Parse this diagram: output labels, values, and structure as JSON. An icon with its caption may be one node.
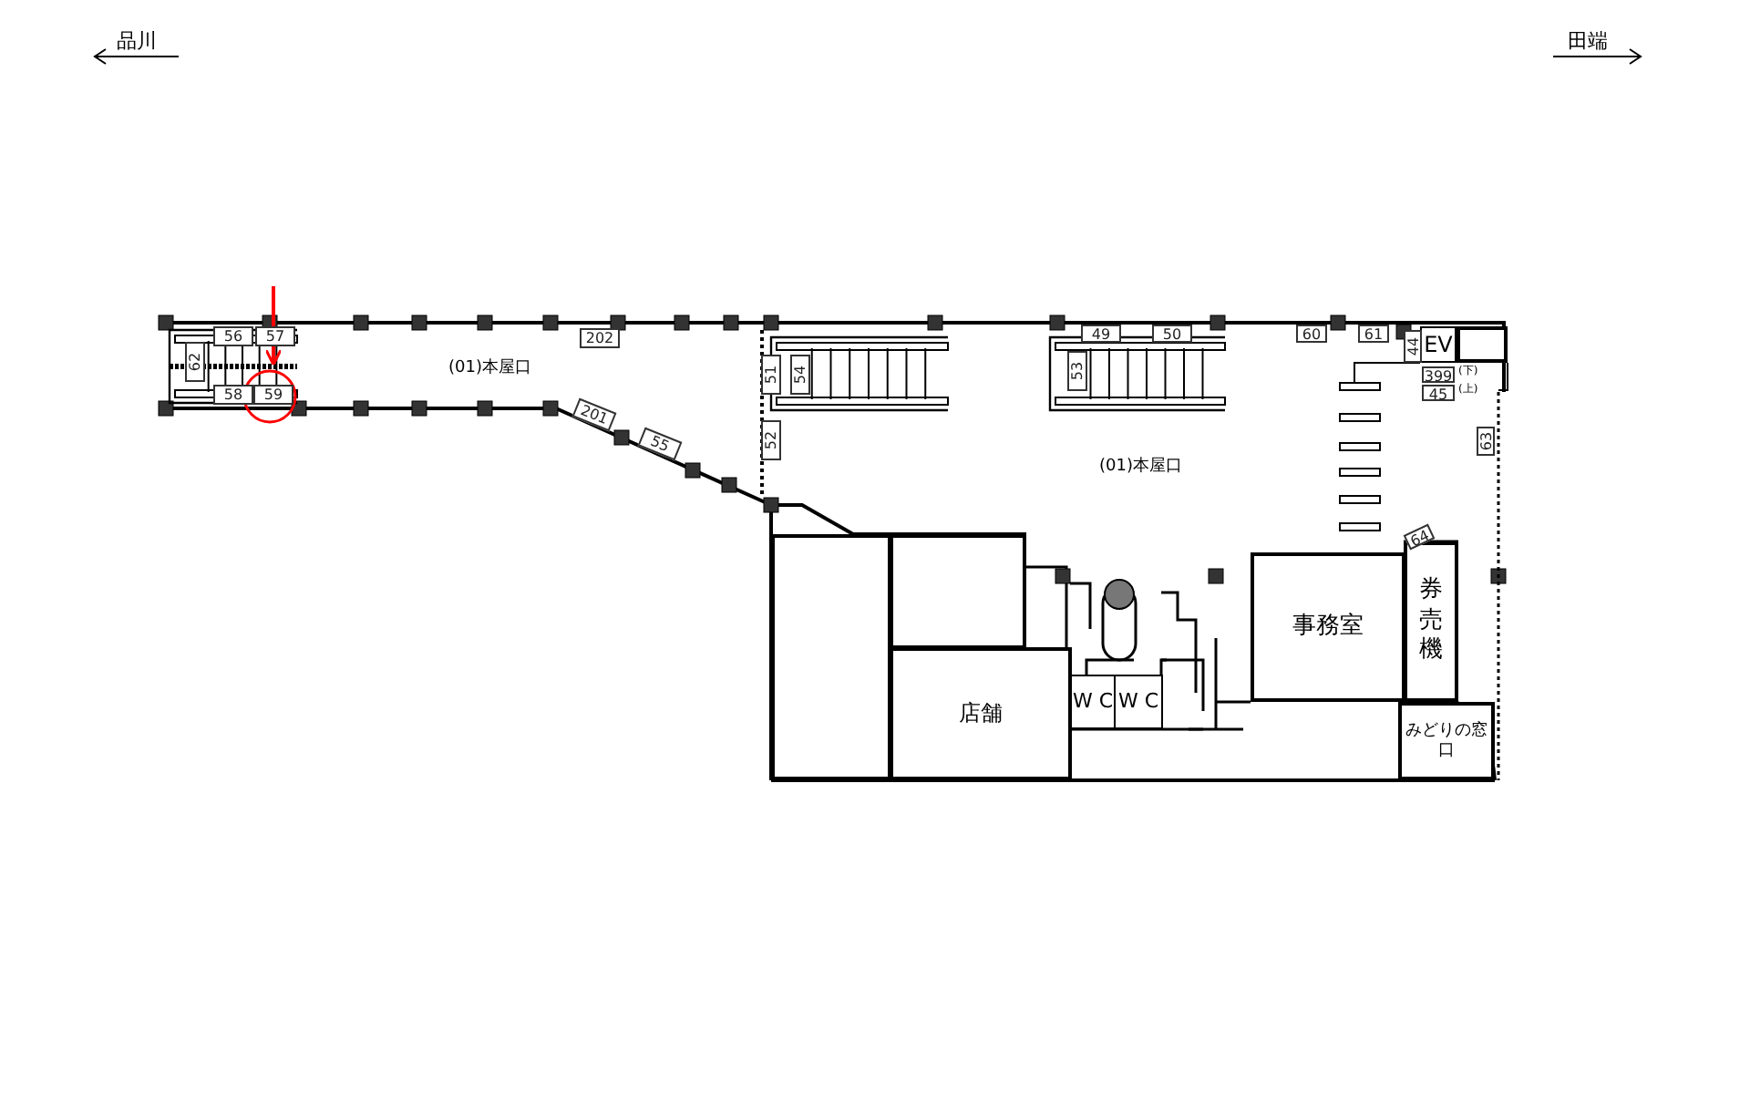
{
  "diagram": {
    "nodes": [
      {
        "text": [],
        "shape": "box"
      },
      {
        "text": [],
        "shape": "box"
      },
      {
        "text": [
          "店舗"
        ]
      },
      {
        "text": [
          "W C"
        ]
      },
      {
        "text": [
          "W C"
        ]
      },
      {
        "text": [
          "事務室"
        ]
      },
      {
        "text": [
          "券売機"
        ]
      },
      {
        "text": [
          "みどりの窓口"
        ]
      },
      {
        "text": [
          "EV"
        ]
      },
      {
        "text": [],
        "shape": "box"
      },
      {
        "text": [
          "59"
        ]
      },
      {
        "text": [
          "56"
        ]
      },
      {
        "text": [
          "57"
        ]
      },
      {
        "text": [
          "62"
        ]
      },
      {
        "text": [
          "58"
        ]
      },
      {
        "text": [
          "202"
        ]
      },
      {
        "text": [
          "201"
        ]
      },
      {
        "text": [
          "55"
        ]
      },
      {
        "text": [
          "51"
        ]
      },
      {
        "text": [
          "52"
        ]
      },
      {
        "text": [
          "54"
        ]
      },
      {
        "text": [
          "49"
        ]
      },
      {
        "text": [
          "50"
        ]
      },
      {
        "text": [
          "53"
        ]
      },
      {
        "text": [
          "60"
        ]
      },
      {
        "text": [
          "61"
        ]
      },
      {
        "text": [
          "44"
        ]
      },
      {
        "text": [
          "399"
        ],
        "beside": [
          "(下)"
        ]
      },
      {
        "text": [
          "45"
        ],
        "beside": [
          "(上)"
        ]
      },
      {
        "text": [
          "63"
        ]
      },
      {
        "text": [
          "64"
        ]
      }
    ],
    "edges": [
      {
        "from": null,
        "to": 10,
        "arrow": "to",
        "color": "#ff0000"
      }
    ],
    "labels": [
      "品川",
      "田端",
      "(01)本屋口",
      "(01)本屋口"
    ]
  }
}
